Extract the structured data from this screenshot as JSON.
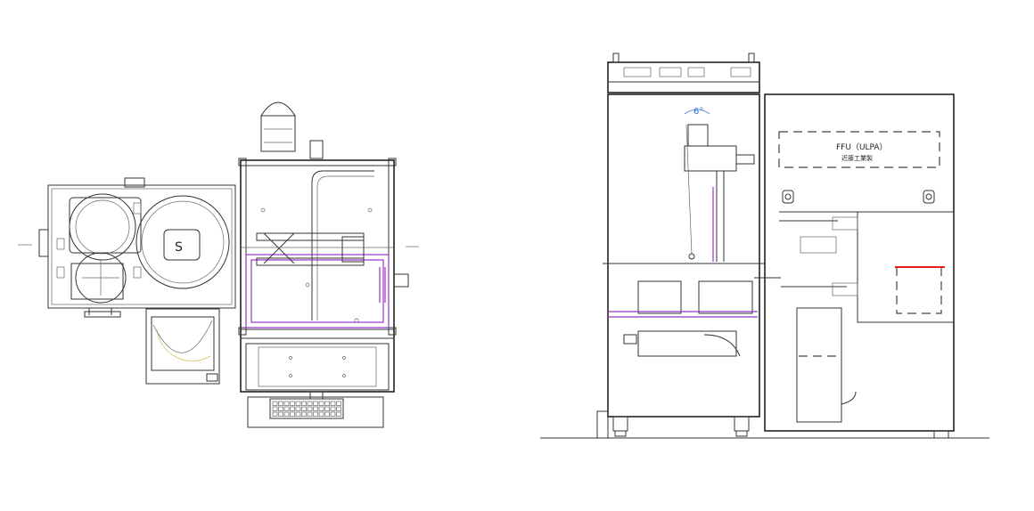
{
  "side_view": {
    "ffu_label": "FFU（ULPA）",
    "ffu_sublabel": "近藤工業製",
    "angle_label": "6°"
  },
  "colors": {
    "line": "#333333",
    "purple_path": "#9b30c8",
    "blue_annotation": "#3b6fd0",
    "red_highlight": "#e02020"
  }
}
